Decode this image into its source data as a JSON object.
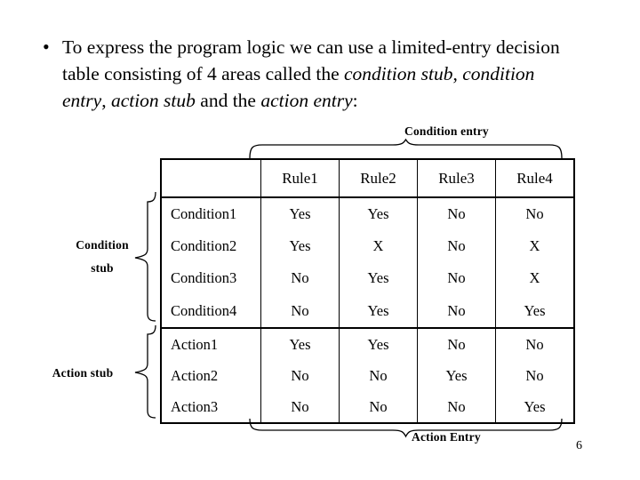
{
  "slide": {
    "page_number": "6",
    "bullet_marker": "•",
    "bullet": {
      "part1": "To express the program logic we can use a limited-entry decision table consisting of 4 areas called the ",
      "italic1": "condition stub",
      "sep1": ", ",
      "italic2": "condition entry",
      "sep2": ", ",
      "italic3": "action stub",
      "sep3": " and the ",
      "italic4": "action entry",
      "sep4": ":"
    }
  },
  "annotations": {
    "condition_entry": "Condition entry",
    "action_entry": "Action Entry",
    "condition_stub_line1": "Condition",
    "condition_stub_line2": "stub",
    "action_stub": "Action stub"
  },
  "table": {
    "corner_header": "",
    "columns": [
      "Rule1",
      "Rule2",
      "Rule3",
      "Rule4"
    ],
    "condition_rows": [
      {
        "label": "Condition1",
        "values": [
          "Yes",
          "Yes",
          "No",
          "No"
        ]
      },
      {
        "label": "Condition2",
        "values": [
          "Yes",
          "X",
          "No",
          "X"
        ]
      },
      {
        "label": "Condition3",
        "values": [
          "No",
          "Yes",
          "No",
          "X"
        ]
      },
      {
        "label": "Condition4",
        "values": [
          "No",
          "Yes",
          "No",
          "Yes"
        ]
      }
    ],
    "action_rows": [
      {
        "label": "Action1",
        "values": [
          "Yes",
          "Yes",
          "No",
          "No"
        ]
      },
      {
        "label": "Action2",
        "values": [
          "No",
          "No",
          "Yes",
          "No"
        ]
      },
      {
        "label": "Action3",
        "values": [
          "No",
          "No",
          "No",
          "Yes"
        ]
      }
    ]
  },
  "colors": {
    "background": "#ffffff",
    "text": "#000000",
    "rule": "#000000"
  }
}
